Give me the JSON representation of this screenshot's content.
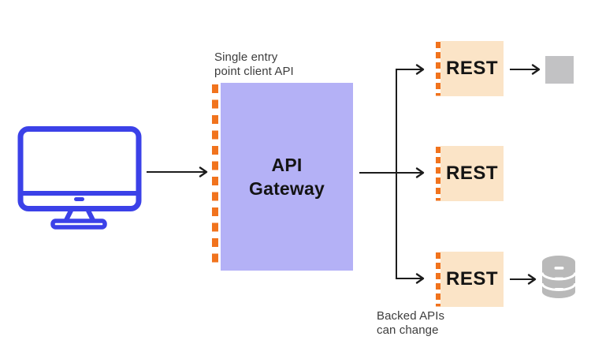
{
  "client": {
    "icon": "desktop-monitor-icon"
  },
  "gateway": {
    "caption": "Single entry\npoint client API",
    "label": "API\nGateway",
    "edge_style": "orange-dashed-left-border"
  },
  "services": [
    {
      "label": "REST"
    },
    {
      "label": "REST"
    },
    {
      "label": "REST"
    }
  ],
  "backends": {
    "caption": "Backed APIs\ncan change",
    "top_target_icon": "service-square-icon",
    "bottom_target_icon": "database-icon"
  },
  "colors": {
    "gateway_fill": "#b4b1f6",
    "service_fill": "#fbe4c7",
    "dash_orange": "#f1731d",
    "client_blue": "#3b41e8",
    "arrow_black": "#1c1c1c",
    "square_gray": "#c2c2c4",
    "database_gray": "#b9b9b9",
    "caption_text": "#3d3d3d",
    "label_text": "#141414"
  }
}
